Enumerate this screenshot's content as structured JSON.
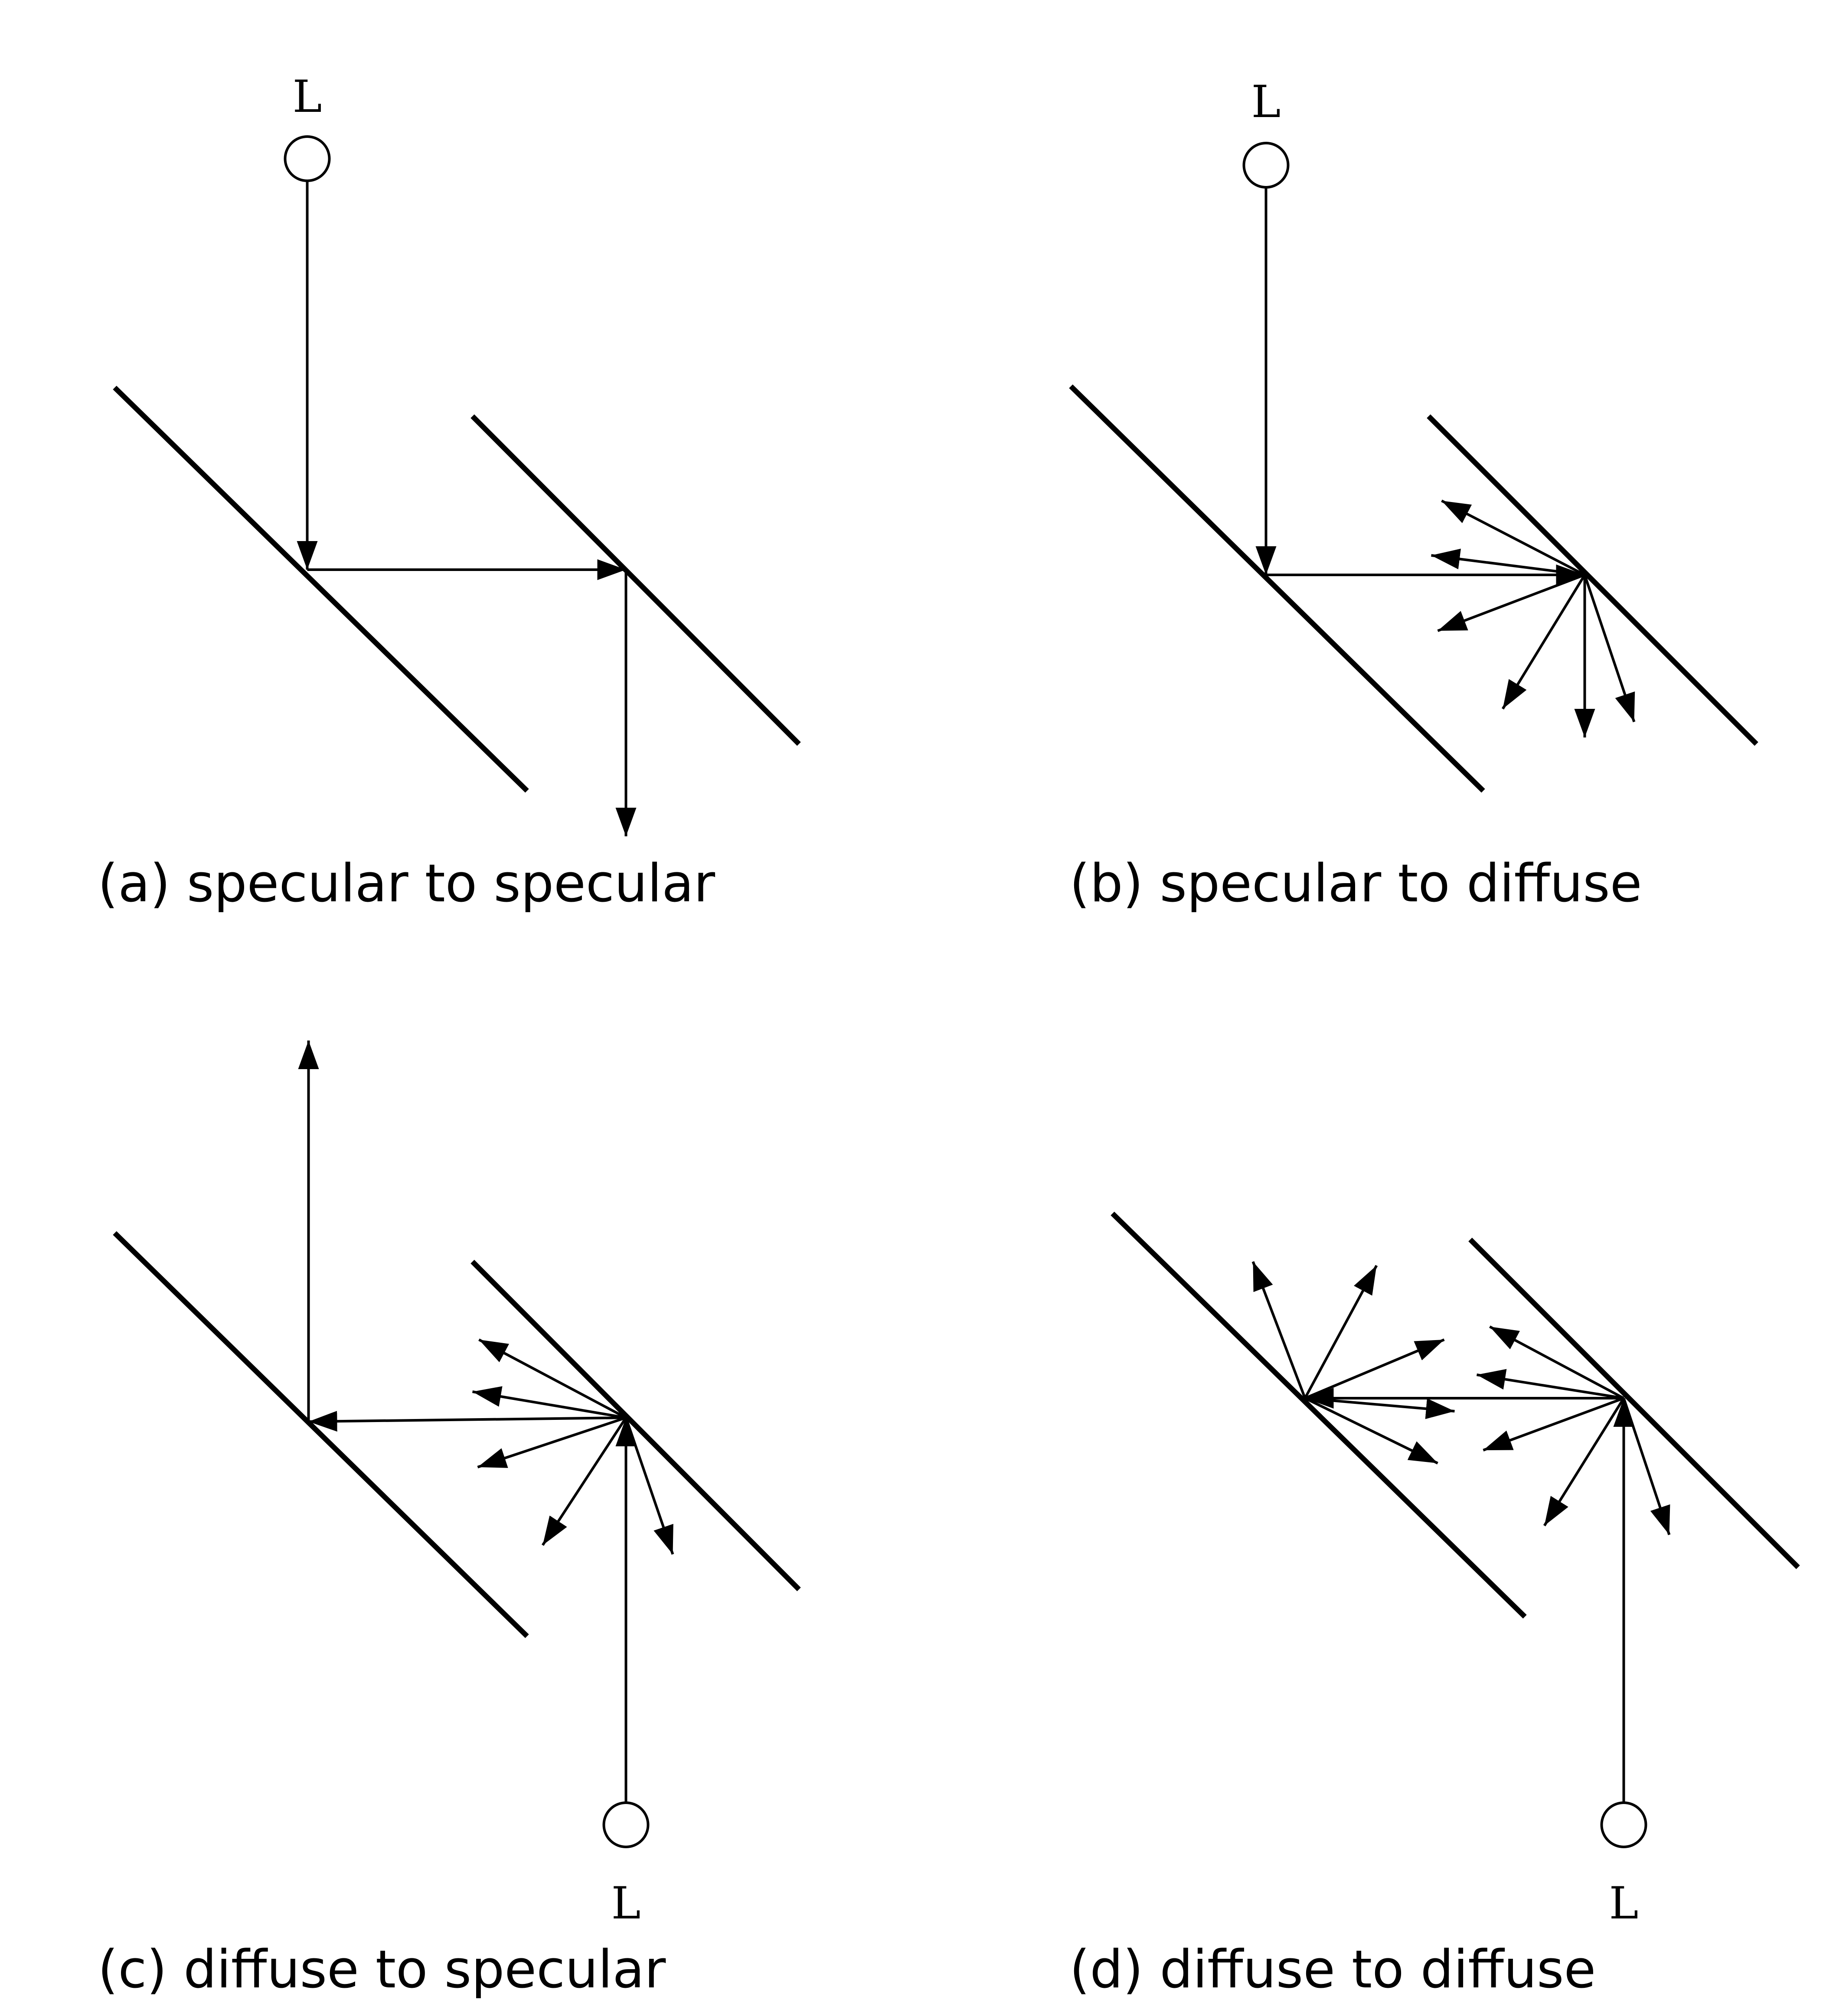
{
  "panels": [
    {
      "caption": "(a) specular to specular",
      "light_label": "L"
    },
    {
      "caption": "(b) specular to diffuse",
      "light_label": "L"
    },
    {
      "caption": "(c) diffuse to specular",
      "light_label": "L"
    },
    {
      "caption": "(d) diffuse to diffuse",
      "light_label": "L"
    }
  ]
}
